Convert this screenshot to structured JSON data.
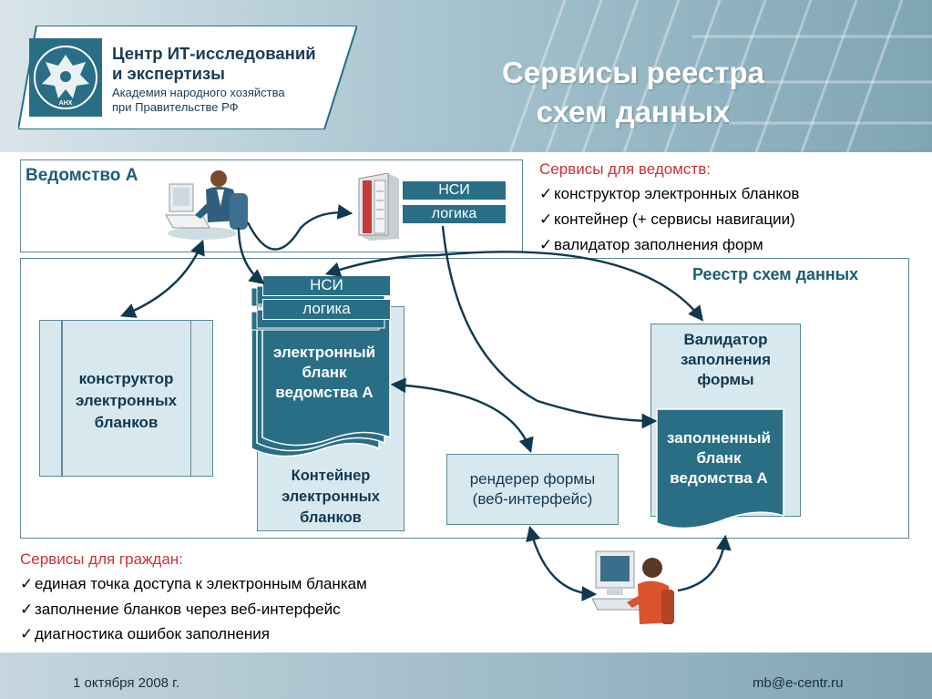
{
  "header": {
    "org_line1": "Центр ИТ-исследований",
    "org_line2": "и экспертизы",
    "org_line3": "Академия народного хозяйства",
    "org_line4": "при Правительстве РФ",
    "seal_text": "АНХ",
    "title_line1": "Сервисы реестра",
    "title_line2": "схем данных"
  },
  "agency": {
    "label": "Ведомство А",
    "nsi": "НСИ",
    "logic": "логика"
  },
  "agency_services": {
    "heading": "Сервисы для ведомств:",
    "items": [
      "конструктор электронных бланков",
      "контейнер (+ сервисы навигации)",
      "валидатор заполнения форм"
    ]
  },
  "registry": {
    "label": "Реестр схем данных",
    "constructor": [
      "конструктор",
      "электронных",
      "бланков"
    ],
    "stack_nsi": "НСИ",
    "stack_logic": "логика",
    "stack_doc": [
      "электронный",
      "бланк",
      "ведомства А"
    ],
    "container": [
      "Контейнер",
      "электронных",
      "бланков"
    ],
    "renderer": [
      "рендерер формы",
      "(веб-интерфейс)"
    ],
    "validator": [
      "Валидатор",
      "заполнения",
      "формы"
    ],
    "filled": [
      "заполненный",
      "бланк",
      "ведомства А"
    ]
  },
  "citizen_services": {
    "heading": "Сервисы для граждан:",
    "items": [
      "единая точка доступа к электронным бланкам",
      "заполнение бланков через веб-интерфейс",
      "диагностика ошибок заполнения"
    ]
  },
  "footer": {
    "date": "1 октября 2008 г.",
    "email": "mb@e-centr.ru"
  },
  "colors": {
    "accent": "#2a6e86",
    "heading_red": "#c8323a",
    "frame": "#5f8798"
  }
}
